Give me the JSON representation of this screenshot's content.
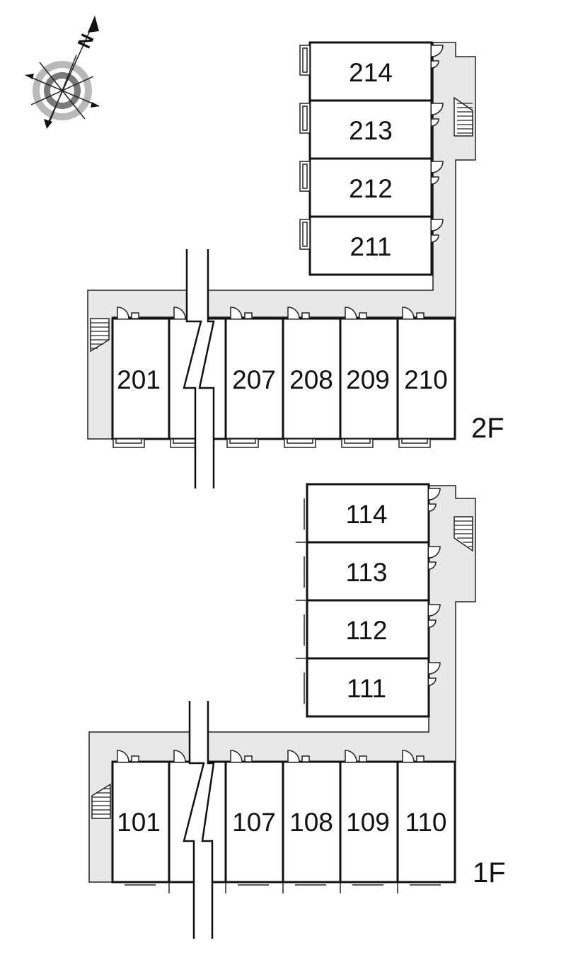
{
  "compass": {
    "north_label": "N"
  },
  "floors": [
    {
      "id": "2f",
      "label": "2F",
      "wing_units": [
        "214",
        "213",
        "212",
        "211"
      ],
      "row_units": [
        "201",
        "",
        "207",
        "208",
        "209",
        "210"
      ]
    },
    {
      "id": "1f",
      "label": "1F",
      "wing_units": [
        "114",
        "113",
        "112",
        "111"
      ],
      "row_units": [
        "101",
        "",
        "107",
        "108",
        "109",
        "110"
      ]
    }
  ],
  "colors": {
    "corridor": "#e8e8e8",
    "wall": "#111111",
    "background": "#ffffff"
  },
  "icons": [
    "compass-icon",
    "stairs-icon",
    "door-icon",
    "balcony-icon",
    "break-line-icon"
  ]
}
